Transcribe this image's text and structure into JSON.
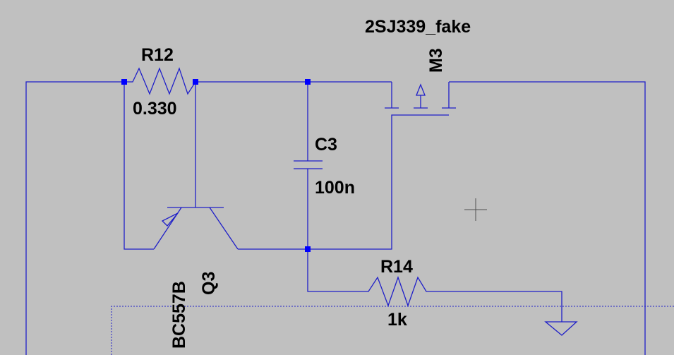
{
  "components": {
    "r12": {
      "ref": "R12",
      "value": "0.330"
    },
    "c3": {
      "ref": "C3",
      "value": "100n"
    },
    "r14": {
      "ref": "R14",
      "value": "1k"
    },
    "m3": {
      "ref": "M3",
      "model": "2SJ339_fake"
    },
    "q3": {
      "ref": "Q3",
      "model": "BC557B"
    }
  },
  "colors": {
    "background": "#c0c0c0",
    "wire": "#1f1fc8",
    "junction": "#0000ff",
    "text": "#000000"
  }
}
